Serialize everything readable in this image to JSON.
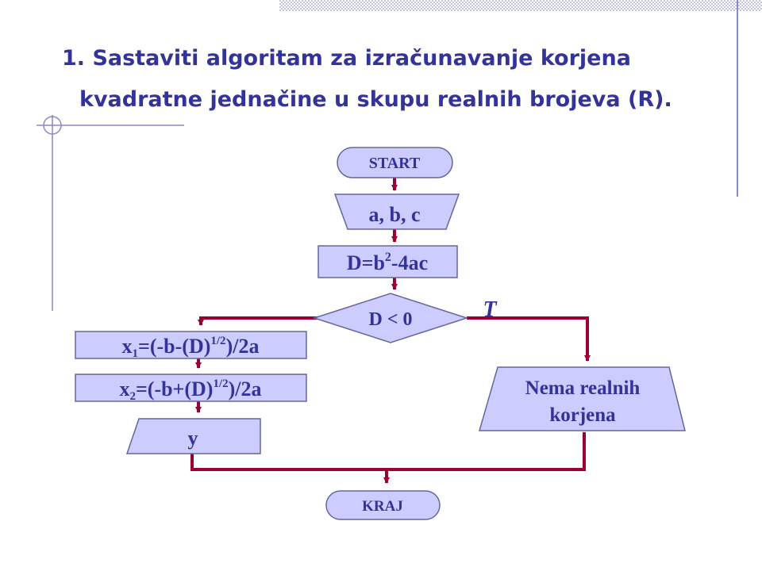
{
  "title": {
    "line1": "1. Sastaviti algoritam za izračunavanje korjena",
    "line2": "kvadratne jednačine u skupu realnih brojeva (R)."
  },
  "flowchart": {
    "start": "START",
    "input": "a, b, c",
    "discriminant": {
      "main": "D=b",
      "sup": "2",
      "rest": "-4ac"
    },
    "condition": "D < 0",
    "true_label": "T",
    "x1": {
      "x": "x",
      "sub": "1",
      "mid": "=(-b-(D)",
      "sup": "1/2",
      "end": ")/2a"
    },
    "x2": {
      "x": "x",
      "sub": "2",
      "mid": "=(-b+(D)",
      "sup": "1/2",
      "end": ")/2a"
    },
    "output_y": "y",
    "no_roots_line1": "Nema realnih",
    "no_roots_line2": "korjena",
    "end": "KRAJ"
  },
  "colors": {
    "title": "#333399",
    "box_fill": "#ccccff",
    "box_stroke": "#666699",
    "arrow": "#990033",
    "decor": "#8888cc"
  }
}
